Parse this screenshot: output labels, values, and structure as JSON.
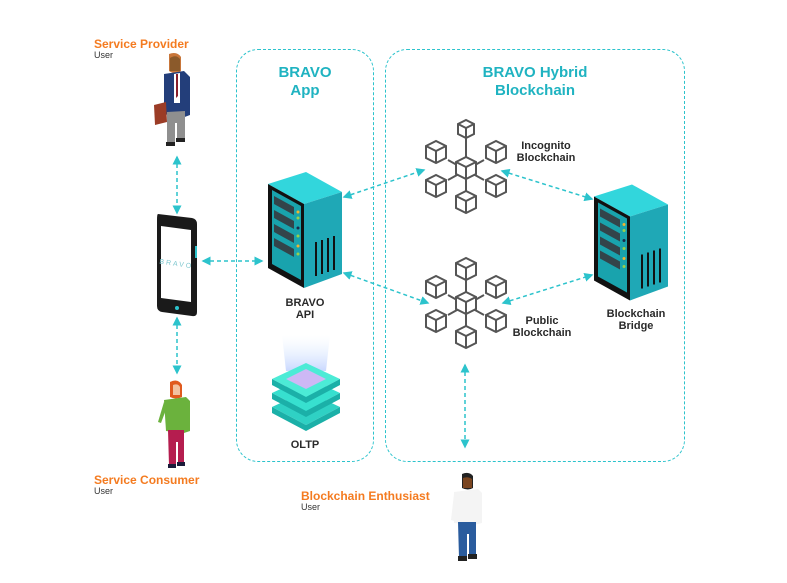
{
  "colors": {
    "accent": "#2cc3cc",
    "title": "#1fb3c1",
    "role": "#f47b20",
    "label": "#2a2a2a"
  },
  "actors": {
    "provider": {
      "role": "Service Provider",
      "type": "User"
    },
    "consumer": {
      "role": "Service Consumer",
      "type": "User"
    },
    "enthusiast": {
      "role": "Blockchain Enthusiast",
      "type": "User"
    }
  },
  "phone": {
    "brand": "BRAVO"
  },
  "app": {
    "title_line1": "BRAVO",
    "title_line2": "App",
    "api_line1": "BRAVO",
    "api_line2": "API",
    "db_label": "OLTP"
  },
  "hybrid": {
    "title_line1": "BRAVO Hybrid",
    "title_line2": "Blockchain",
    "incognito_line1": "Incognito",
    "incognito_line2": "Blockchain",
    "public_line1": "Public",
    "public_line2": "Blockchain",
    "bridge_line1": "Blockchain",
    "bridge_line2": "Bridge"
  }
}
